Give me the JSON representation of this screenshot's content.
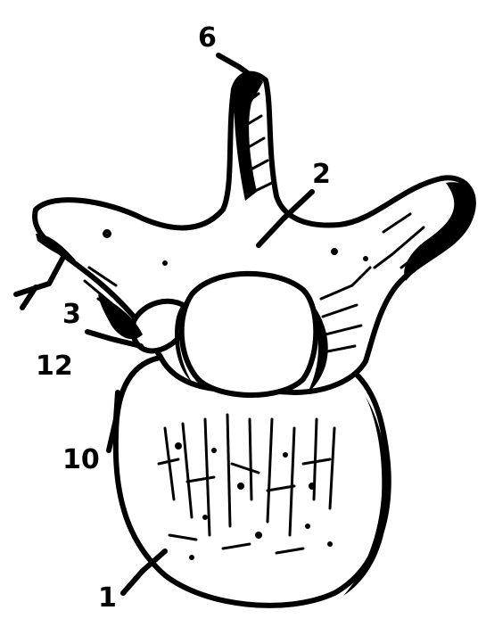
{
  "labels": {
    "l1": "1",
    "l2": "2",
    "l3": "3",
    "l6": "6",
    "l10": "10",
    "l12": "12"
  },
  "colors": {
    "ink": "#000000",
    "paper": "#ffffff"
  }
}
